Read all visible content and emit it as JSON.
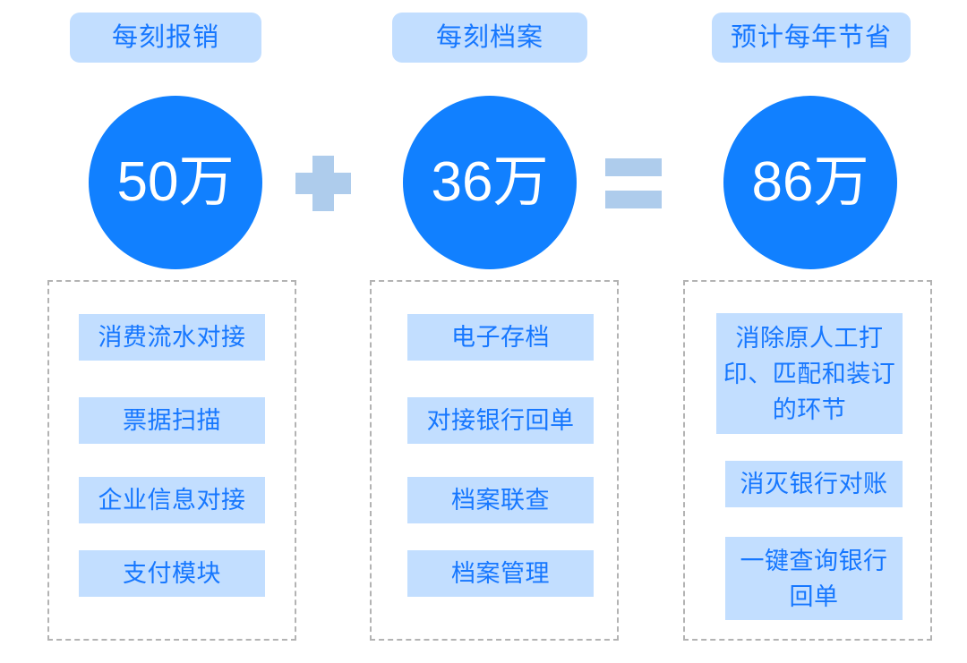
{
  "palette": {
    "background": "#ffffff",
    "circle_blue": "#1180ff",
    "chip_blue": "#c2deff",
    "text_blue": "#1677ff",
    "operator_blue": "#aeccec",
    "dashed_border": "#b3b3b3",
    "circle_text": "#ffffff"
  },
  "columns": [
    {
      "header": "每刻报销",
      "circle_value": "50万",
      "operator_after": "plus",
      "items": [
        "消费流水对接",
        "票据扫描",
        "企业信息对接",
        "支付模块"
      ]
    },
    {
      "header": "每刻档案",
      "circle_value": "36万",
      "operator_after": "equals",
      "items": [
        "电子存档",
        "对接银行回单",
        "档案联查",
        "档案管理"
      ]
    },
    {
      "header": "预计每年节省",
      "circle_value": "86万",
      "operator_after": null,
      "items": [
        "消除原人工打印、匹配和装订的环节",
        "消灭银行对账",
        "一键查询银行回单"
      ]
    }
  ],
  "operators": {
    "plus": "+",
    "equals": "="
  }
}
